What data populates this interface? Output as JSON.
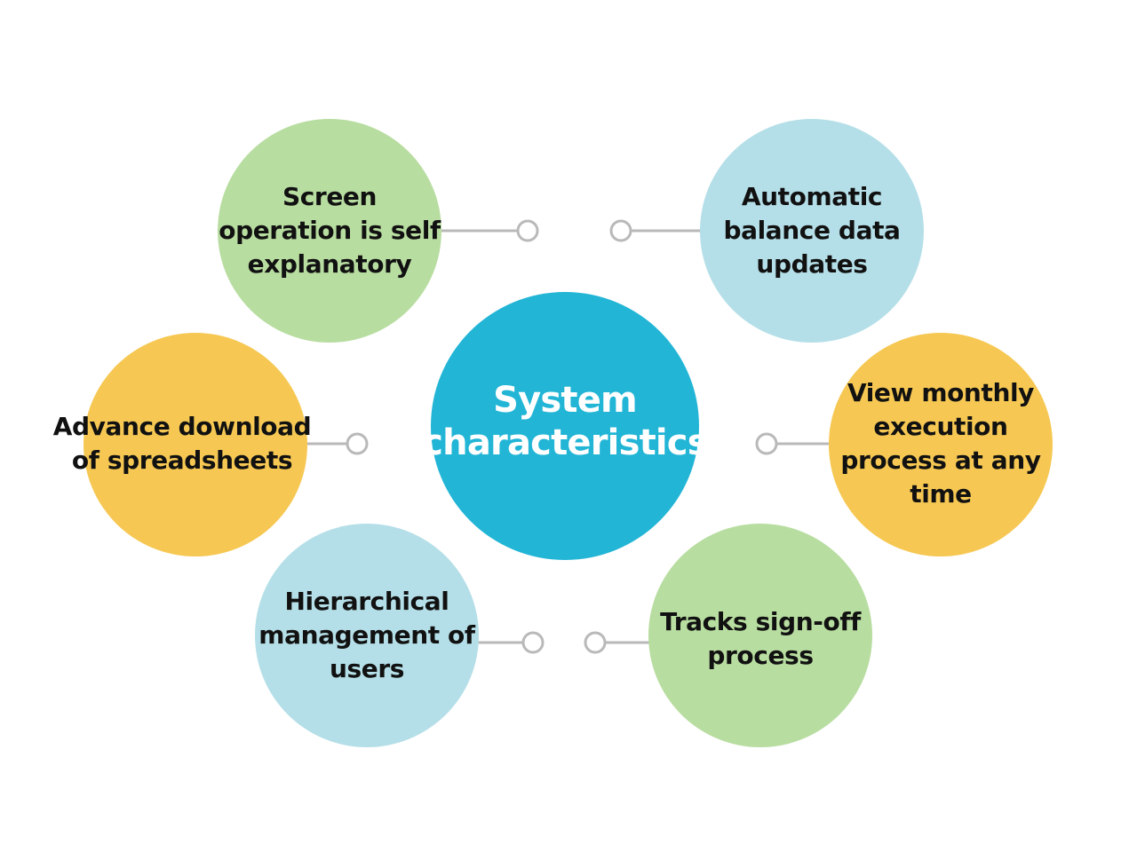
{
  "center": {
    "title": "System\ncharacteristics",
    "color": "#22b5d6"
  },
  "features": [
    {
      "label": "Screen\noperation is self\nexplanatory",
      "color": "#b8dda0"
    },
    {
      "label": "Automatic\nbalance data\nupdates",
      "color": "#b5dfe8"
    },
    {
      "label": "Advance download\nof spreadsheets",
      "color": "#f6c853"
    },
    {
      "label": "View monthly\nexecution\nprocess at any\ntime",
      "color": "#f6c853"
    },
    {
      "label": "Hierarchical\nmanagement of\nusers",
      "color": "#b5dfe8"
    },
    {
      "label": "Tracks sign-off\nprocess",
      "color": "#b8dda0"
    }
  ],
  "connector_color": "#b9b9b9"
}
